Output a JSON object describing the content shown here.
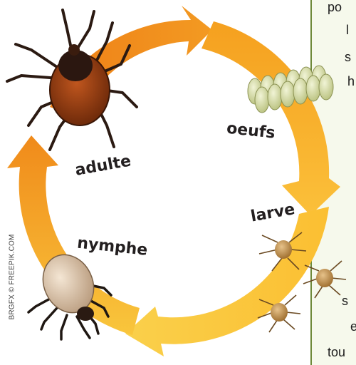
{
  "credit": "BRGFX © FREEPIK.COM",
  "stages": {
    "adult": "adulte",
    "eggs": "oeufs",
    "larva": "larve",
    "nymph": "nymphe"
  },
  "side_text": {
    "line1": "po",
    "line2": "l",
    "line3": "s",
    "line4": "h",
    "line5": "s",
    "line6": "e",
    "line7": "tou"
  },
  "colors": {
    "arrow_dark": "#ef8a1c",
    "arrow_mid": "#f6a623",
    "arrow_light": "#fbc63a",
    "box_border": "#6f8a3a"
  }
}
